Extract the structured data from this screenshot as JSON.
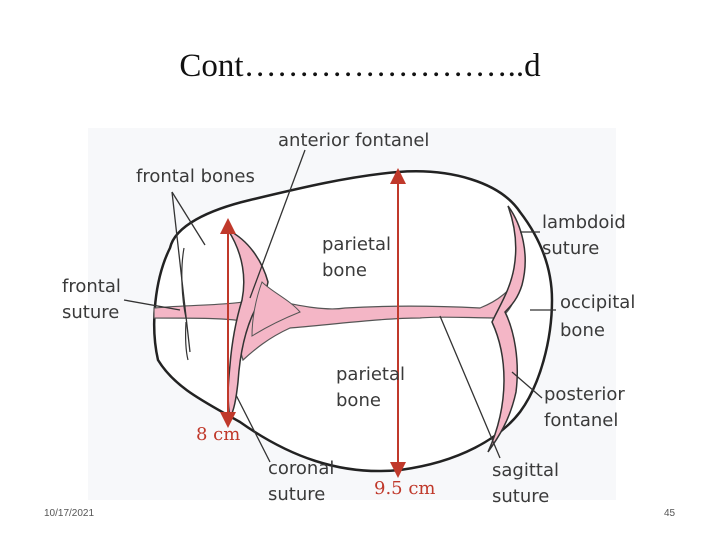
{
  "slide": {
    "title": "Cont……………………..d",
    "date": "10/17/2021",
    "page_number": "45"
  },
  "diagram": {
    "labels": {
      "anterior_fontanel": "anterior fontanel",
      "frontal_bones": "frontal bones",
      "frontal_suture_1": "frontal",
      "frontal_suture_2": "suture",
      "parietal_bone_top_1": "parietal",
      "parietal_bone_top_2": "bone",
      "parietal_bone_bottom_1": "parietal",
      "parietal_bone_bottom_2": "bone",
      "lambdoid_1": "lambdoid",
      "lambdoid_2": "suture",
      "occipital_1": "occipital",
      "occipital_2": "bone",
      "posterior_1": "posterior",
      "posterior_2": "fontanel",
      "coronal_1": "coronal",
      "coronal_2": "suture",
      "sagittal_1": "sagittal",
      "sagittal_2": "suture",
      "width_measure": "8 cm",
      "length_measure": "9.5 cm"
    },
    "colors": {
      "outline": "#222222",
      "suture_fill": "#f4b6c6",
      "measure": "#c0392b",
      "label": "#3a3a3a"
    }
  }
}
